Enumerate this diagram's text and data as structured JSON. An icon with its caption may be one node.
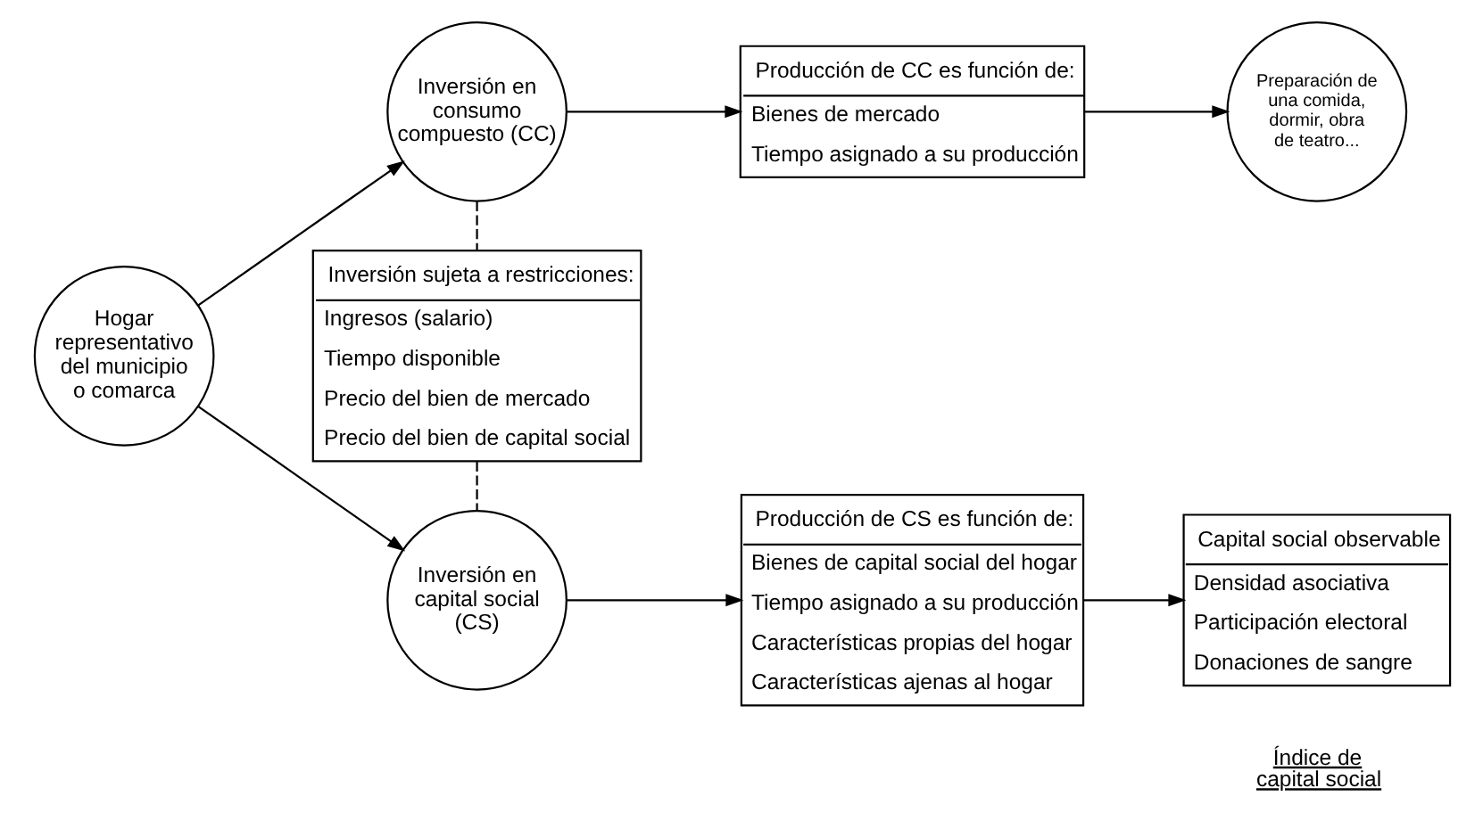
{
  "diagram": {
    "nodes": [
      {
        "text": [
          "Hogar representativo del municipio o comarca"
        ]
      },
      {
        "text": [
          "Inversión en consumo compuesto (CC)"
        ]
      },
      {
        "text": [
          "Producción de CC es función de:",
          "Bienes de mercado",
          "Tiempo asignado a su producción"
        ]
      },
      {
        "text": [
          "Preparación de una comida, dormir, obra de teatro..."
        ]
      },
      {
        "text": [
          "Inversión sujeta a restricciones:",
          "Ingresos (salario)",
          "Tiempo disponible",
          "Precio del bien de mercado",
          "Precio del bien de capital social"
        ]
      },
      {
        "text": [
          "Inversión en capital social (CS)"
        ]
      },
      {
        "text": [
          "Producción de CS es función de:",
          "Bienes de capital social del hogar",
          "Tiempo asignado a su producción",
          "Características propias del hogar",
          "Características ajenas al hogar"
        ]
      },
      {
        "text": [
          "Capital social observable",
          "Densidad asociativa",
          "Participación electoral",
          "Donaciones de sangre"
        ]
      }
    ],
    "edges": [
      {
        "from": 0,
        "to": 1,
        "arrow": "to"
      },
      {
        "from": 0,
        "to": 5,
        "arrow": "to"
      },
      {
        "from": 1,
        "to": 2,
        "arrow": "to"
      },
      {
        "from": 2,
        "to": 3,
        "arrow": "to"
      },
      {
        "from": 1,
        "to": 4,
        "arrow": "none",
        "style": "dashed"
      },
      {
        "from": 4,
        "to": 5,
        "arrow": "none",
        "style": "dashed"
      },
      {
        "from": 5,
        "to": 6,
        "arrow": "to"
      },
      {
        "from": 6,
        "to": 7,
        "arrow": "to"
      }
    ],
    "labels": [
      "Índice de capital social"
    ]
  }
}
